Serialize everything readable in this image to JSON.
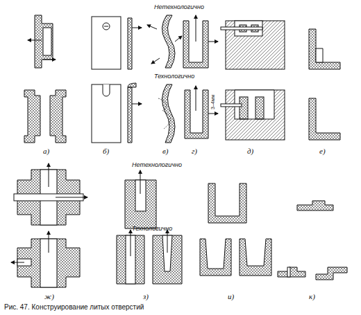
{
  "diagram": {
    "caption": "Рис. 47. Конструирование литых отверстий",
    "labels": [
      "Нетехнологично",
      "Технологично",
      "а)",
      "б)",
      "в)",
      "г)",
      "д)",
      "е)",
      "3–4мм",
      "Нетехнологично",
      "Технологично",
      "ж)",
      "з)",
      "и)",
      "к)"
    ]
  }
}
